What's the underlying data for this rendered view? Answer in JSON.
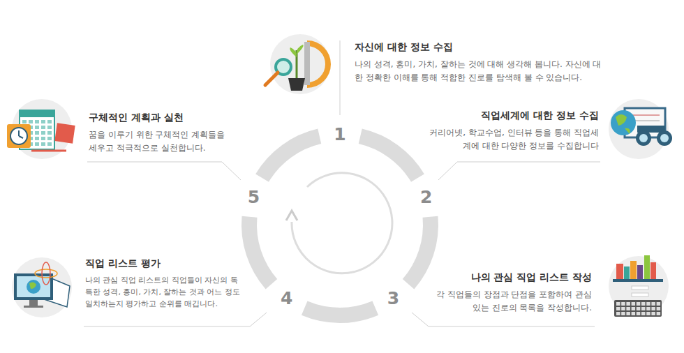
{
  "diagram": {
    "nodes": [
      {
        "text": [
          "자신에 대한 정보 수집",
          "나의 성격, 흥미, 가치, 잘하는 것에 대해 생각해 봅니다. 자신에 대한 정확한 이해를 통해 적합한 진로를 탐색해 볼 수 있습니다."
        ]
      },
      {
        "text": [
          "직업세계에 대한 정보 수집",
          "커리어넷, 학교수업, 인터뷰 등을 통해 직업세계에 대한 다양한 정보를 수집합니다"
        ]
      },
      {
        "text": [
          "나의 관심 직업 리스트 작성",
          "각 직업들의 장점과 단점을 포함하여 관심 있는 진로의 목록을 작성합니다."
        ]
      },
      {
        "text": [
          "직업 리스트 평가",
          "나의 관심 직업 리스트의 직업들이 자신의 독특한 성격, 흥미, 가치, 잘하는 것과 어느 정도 일치하는지 평가하고 순위를 매깁니다."
        ]
      },
      {
        "text": [
          "구체적인 계획과 실천",
          "꿈을 이루기 위한 구체적인 계획들을 세우고 적극적으로 실천합니다."
        ]
      }
    ],
    "labels": [
      "1",
      "2",
      "3",
      "4",
      "5"
    ]
  }
}
